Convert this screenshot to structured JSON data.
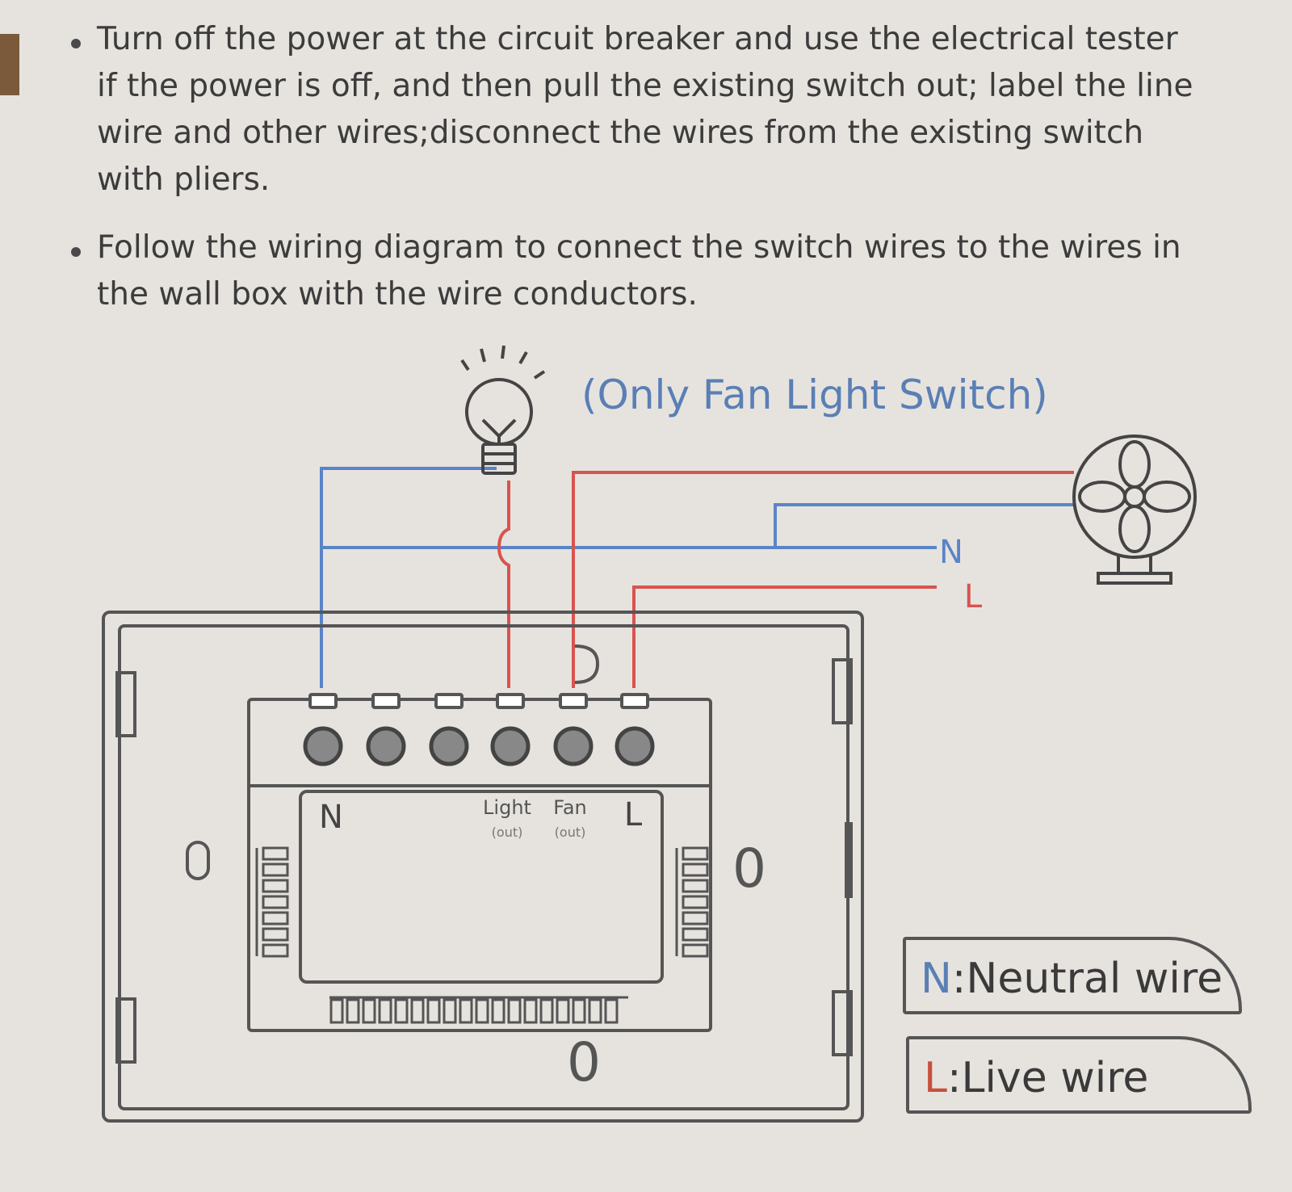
{
  "instructions": [
    "Turn off the power at the circuit breaker and use the electrical tester if the power is off, and then pull the existing switch out; label the line wire and other wires;disconnect the wires from the existing switch with pliers.",
    "Follow the wiring diagram to connect the switch wires to the wires in the wall box with the wire conductors."
  ],
  "diagram": {
    "subtitle": "(Only Fan Light Switch)",
    "terminal_labels": {
      "n": "N",
      "light": "Light",
      "light_sub": "(out)",
      "fan": "Fan",
      "fan_sub": "(out)",
      "l": "L"
    },
    "line_labels": {
      "n": "N",
      "l": "L"
    },
    "screw_labels": [
      "0",
      "0",
      "0"
    ],
    "colors": {
      "neutral": "#5a84c8",
      "live": "#d9534f",
      "outline": "#555555"
    },
    "icons": [
      "bulb-icon",
      "fan-icon"
    ]
  },
  "legend": {
    "neutral": {
      "abbr": "N",
      "text": ":Neutral wire"
    },
    "live": {
      "abbr": "L",
      "text": ":Live wire"
    }
  }
}
